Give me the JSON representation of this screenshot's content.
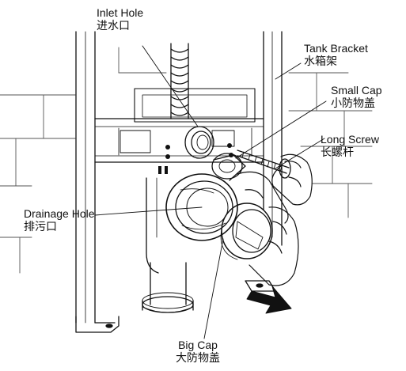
{
  "labels": {
    "inlet_hole": {
      "en": "Inlet Hole",
      "zh": "进水口"
    },
    "tank_bracket": {
      "en": "Tank Bracket",
      "zh": "水箱架"
    },
    "small_cap": {
      "en": "Small Cap",
      "zh": "小防物盖"
    },
    "long_screw": {
      "en": "Long Screw",
      "zh": "长螺杆"
    },
    "drainage_hole": {
      "en": "Drainage Hole",
      "zh": "排污口"
    },
    "big_cap": {
      "en": "Big Cap",
      "zh": "大防物盖"
    }
  }
}
